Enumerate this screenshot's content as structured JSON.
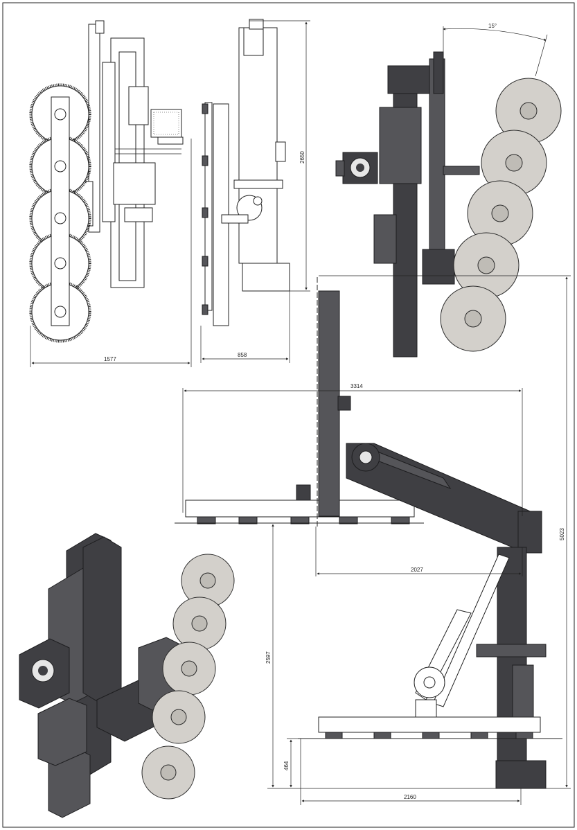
{
  "drawing": {
    "dimensions": {
      "width_front": "1577",
      "depth_side": "858",
      "height_side": "2650",
      "tilt_angle": "15°",
      "reach_width": "3314",
      "overall_height": "5023",
      "arm_offset": "2027",
      "pad_height": "2597",
      "base_height": "464",
      "base_width": "2160"
    }
  },
  "colors": {
    "line": "#222222",
    "steel_dark": "#3f3f43",
    "steel_mid": "#555559",
    "blade_fill": "#d3d0cb",
    "paper": "#ffffff"
  }
}
